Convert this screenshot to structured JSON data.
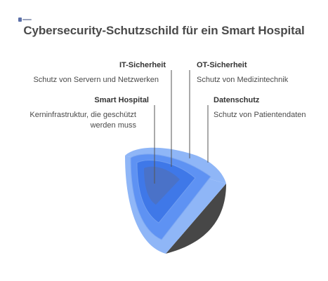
{
  "title": "Cybersecurity-Schutzschild für ein Smart Hospital",
  "layers": [
    {
      "name": "Smart Hospital",
      "description": "Kerninfrastruktur, die geschützt werden muss",
      "color": "#4a72c8"
    },
    {
      "name": "IT-Sicherheit",
      "description": "Schutz von Servern und Netzwerken",
      "color": "#3f78e8"
    },
    {
      "name": "OT-Sicherheit",
      "description": "Schutz von Medizintechnik",
      "color": "#5e92f3"
    },
    {
      "name": "Datenschutz",
      "description": "Schutz von Patientendaten",
      "color": "#8fb6f7"
    }
  ],
  "colors": {
    "shell_side": "#474747",
    "shell_top": "#8fb6f7",
    "connector_line": "#555555"
  }
}
